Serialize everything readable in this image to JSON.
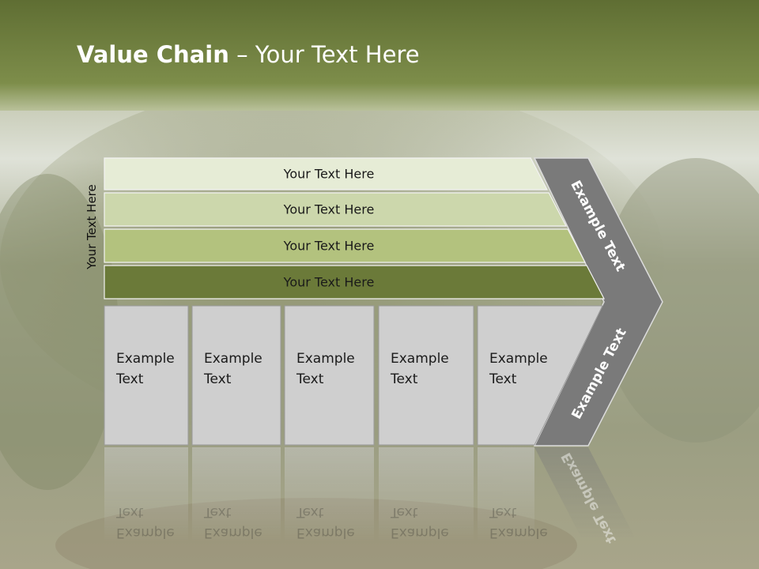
{
  "slide": {
    "title_bold": "Value Chain",
    "title_rest": " – Your Text Here"
  },
  "side_label": "Your Text Here",
  "bars": [
    {
      "label": "Your Text Here",
      "color": "#e6ecd6"
    },
    {
      "label": "Your Text Here",
      "color": "#ccd7ac"
    },
    {
      "label": "Your Text Here",
      "color": "#b3c27e"
    },
    {
      "label": "Your Text Here",
      "color": "#6b7a39"
    }
  ],
  "boxes": [
    {
      "line1": "Example",
      "line2": "Text"
    },
    {
      "line1": "Example",
      "line2": "Text"
    },
    {
      "line1": "Example",
      "line2": "Text"
    },
    {
      "line1": "Example",
      "line2": "Text"
    },
    {
      "line1": "Example",
      "line2": "Text"
    }
  ],
  "arrow": {
    "upper_text": "Example Text",
    "lower_text": "Example Text",
    "color": "#7a7a7a"
  },
  "colors": {
    "header_green": "#6f7f3b",
    "box_fill": "#cfcfcf"
  }
}
